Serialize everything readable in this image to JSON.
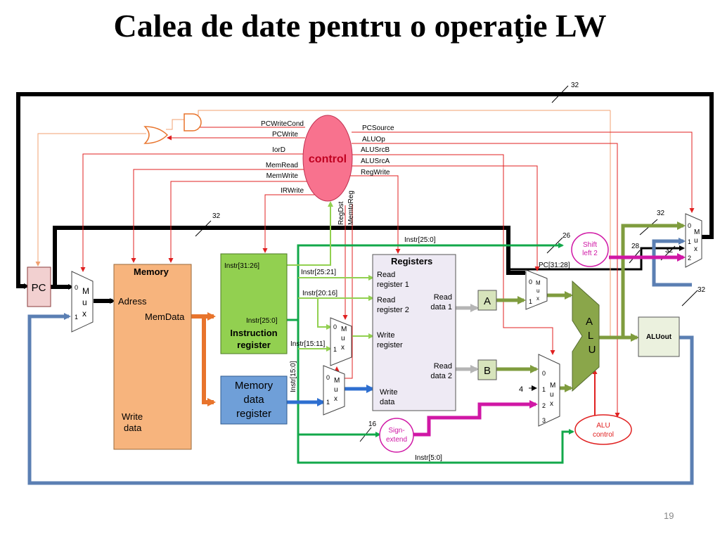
{
  "slide": {
    "title": "Calea de date pentru o operaţie LW",
    "page_number": "19"
  },
  "blocks": {
    "pc": "PC",
    "memory": "Memory",
    "adress": "Adress",
    "memdata": "MemData",
    "write_data_1": "Write",
    "write_data_2": "data",
    "ir_line1": "Instruction",
    "ir_line2": "register",
    "mdr_line1": "Memory",
    "mdr_line2": "data",
    "mdr_line3": "register",
    "registers": "Registers",
    "read_reg1_a": "Read",
    "read_reg1_b": "register 1",
    "read_reg2_a": "Read",
    "read_reg2_b": "register 2",
    "write_reg_a": "Write",
    "write_reg_b": "register",
    "write_data_a": "Write",
    "write_data_b": "data",
    "read_data1_a": "Read",
    "read_data1_b": "data 1",
    "read_data2_a": "Read",
    "read_data2_b": "data 2",
    "reg_a": "A",
    "reg_b": "B",
    "alu_a": "A",
    "alu_l": "L",
    "alu_u": "U",
    "aluout": "ALUout",
    "control": "control",
    "alu_control_1": "ALU",
    "alu_control_2": "control",
    "shift_1": "Shift",
    "shift_2": "left 2",
    "sign_1": "Sign-",
    "sign_2": "extend"
  },
  "mux": {
    "m": "M",
    "u": "u",
    "x": "x",
    "in0": "0",
    "in1": "1",
    "in2": "2",
    "in3": "3",
    "const4": "4"
  },
  "signals": {
    "pcwritecond": "PCWriteCond",
    "pcwrite": "PCWrite",
    "iord": "IorD",
    "memread": "MemRead",
    "memwrite": "MemWrite",
    "irwrite": "IRWrite",
    "pcsource": "PCSource",
    "aluop": "ALUOp",
    "alusrcb": "ALUSrcB",
    "alusrca": "ALUSrcA",
    "regwrite": "RegWrite",
    "regdst": "RegDst",
    "memtoreg": "MemtoReg"
  },
  "buses": {
    "instr_31_26": "Instr[31:26]",
    "instr_25_21": "Instr[25:21]",
    "instr_20_16": "Instr[20:16]",
    "instr_15_11": "Instr[15:11]",
    "instr_25_0_ir": "Instr[25:0]",
    "instr_25_0_top": "Instr[25:0]",
    "instr_15_0": "Instr[15:0]",
    "instr_5_0": "Instr[5:0]",
    "pc_31_28": "PC[31:28]",
    "w32_top": "32",
    "w32_mid": "32",
    "w32_pcmux": "32",
    "w32_shift": "32",
    "w32_alu": "32",
    "w26": "26",
    "w28": "28",
    "w16": "16"
  },
  "colors": {
    "memory": "#f7b47d",
    "instruction_register": "#92d050",
    "memory_data_register": "#6f9fd8",
    "registers": "#eeeaf4",
    "control": "#f8728e",
    "alu": "#8aa64a",
    "aluout": "#ebf1de",
    "a_b": "#d7e4bc",
    "pc": "#f2d0d0",
    "orange_wire": "#e8742c",
    "green_wire": "#12a84a",
    "blue_wire": "#5b7fb3",
    "magenta_wire": "#d017a5",
    "red_wire": "#e02020"
  }
}
